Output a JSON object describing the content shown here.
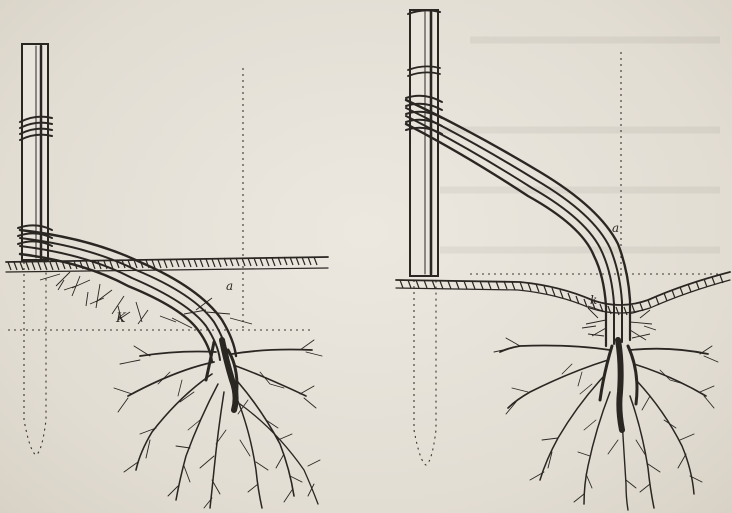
{
  "figure": {
    "left_panel": {
      "letter_a": "a",
      "letter_k": "K"
    },
    "right_panel": {
      "letter_a": "a",
      "letter_k": "k"
    }
  },
  "colors": {
    "paper": "#e6e1d8",
    "ink": "#2a2622"
  }
}
